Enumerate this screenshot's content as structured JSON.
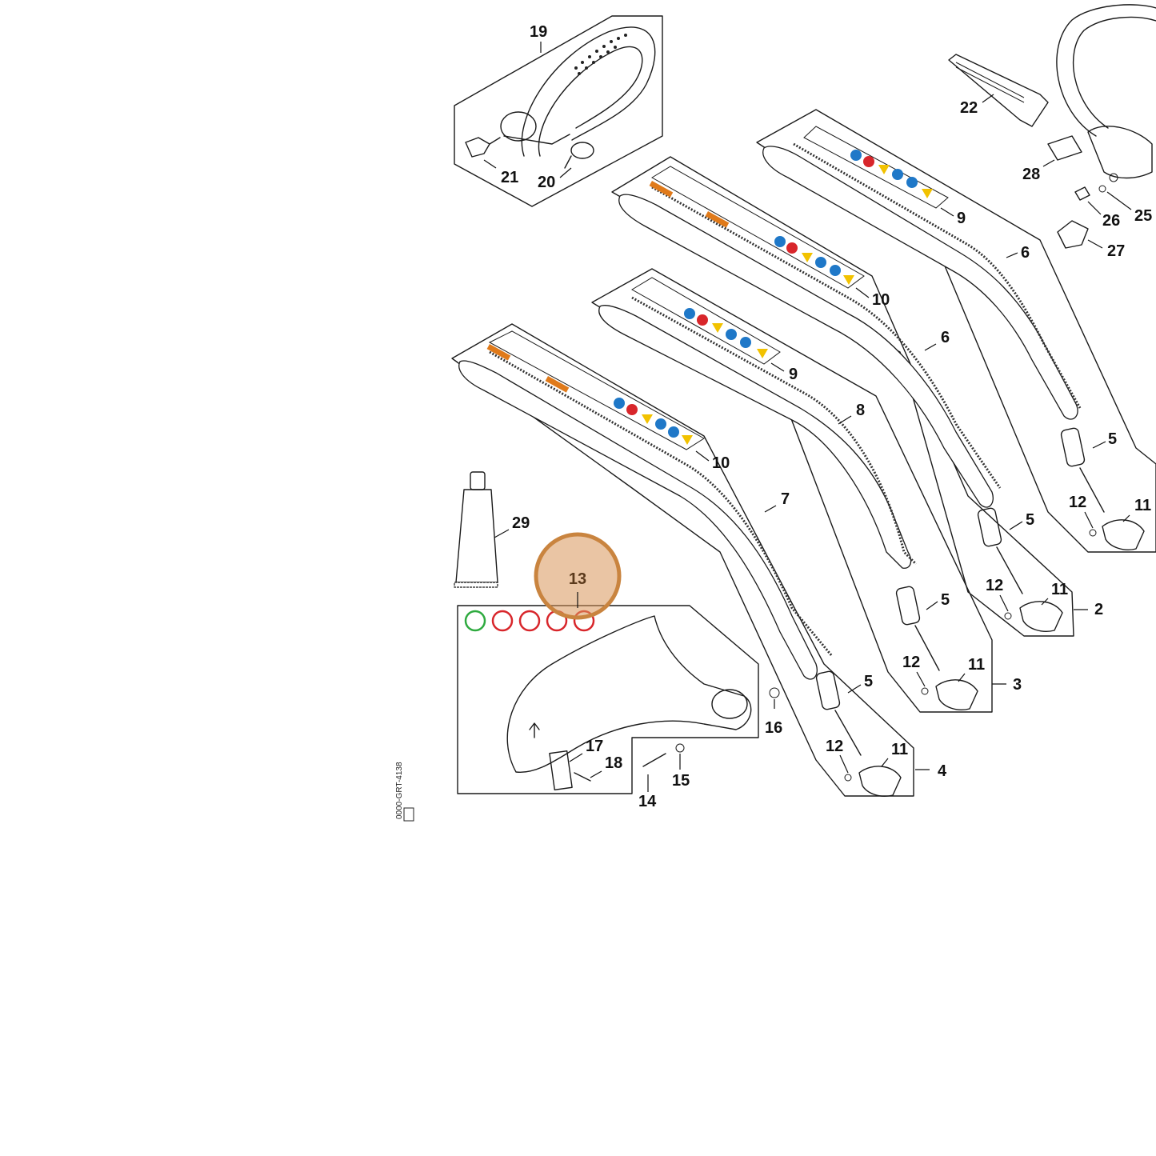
{
  "diagram": {
    "callouts": [
      {
        "id": "c19",
        "label": "19"
      },
      {
        "id": "c21",
        "label": "21"
      },
      {
        "id": "c20",
        "label": "20"
      },
      {
        "id": "c22",
        "label": "22"
      },
      {
        "id": "c28",
        "label": "28"
      },
      {
        "id": "c26",
        "label": "26"
      },
      {
        "id": "c25",
        "label": "25"
      },
      {
        "id": "c27",
        "label": "27"
      },
      {
        "id": "c9a",
        "label": "9"
      },
      {
        "id": "c6a",
        "label": "6"
      },
      {
        "id": "c10a",
        "label": "10"
      },
      {
        "id": "c6b",
        "label": "6"
      },
      {
        "id": "c9b",
        "label": "9"
      },
      {
        "id": "c8",
        "label": "8"
      },
      {
        "id": "c10b",
        "label": "10"
      },
      {
        "id": "c7",
        "label": "7"
      },
      {
        "id": "c5a",
        "label": "5"
      },
      {
        "id": "c12a",
        "label": "12"
      },
      {
        "id": "c11a",
        "label": "11"
      },
      {
        "id": "c5b",
        "label": "5"
      },
      {
        "id": "c12b",
        "label": "12"
      },
      {
        "id": "c11b",
        "label": "11"
      },
      {
        "id": "c2",
        "label": "2"
      },
      {
        "id": "c5c",
        "label": "5"
      },
      {
        "id": "c12c",
        "label": "12"
      },
      {
        "id": "c11c",
        "label": "11"
      },
      {
        "id": "c3",
        "label": "3"
      },
      {
        "id": "c5d",
        "label": "5"
      },
      {
        "id": "c12d",
        "label": "12"
      },
      {
        "id": "c11d",
        "label": "11"
      },
      {
        "id": "c4",
        "label": "4"
      },
      {
        "id": "c29",
        "label": "29"
      },
      {
        "id": "c16",
        "label": "16"
      },
      {
        "id": "c17",
        "label": "17"
      },
      {
        "id": "c18",
        "label": "18"
      },
      {
        "id": "c14",
        "label": "14"
      },
      {
        "id": "c15",
        "label": "15"
      }
    ],
    "highlight": {
      "label": "13",
      "color": "#d9955a"
    },
    "drawing_code": "0000-GRT-4138",
    "colors": {
      "line": "#1a1a1a",
      "warning_yellow": "#f2c200",
      "mandatory_blue": "#1f78c8",
      "prohibit_red": "#d8262b",
      "ok_green": "#2eaa3f",
      "label_orange": "#e07a1a"
    }
  }
}
